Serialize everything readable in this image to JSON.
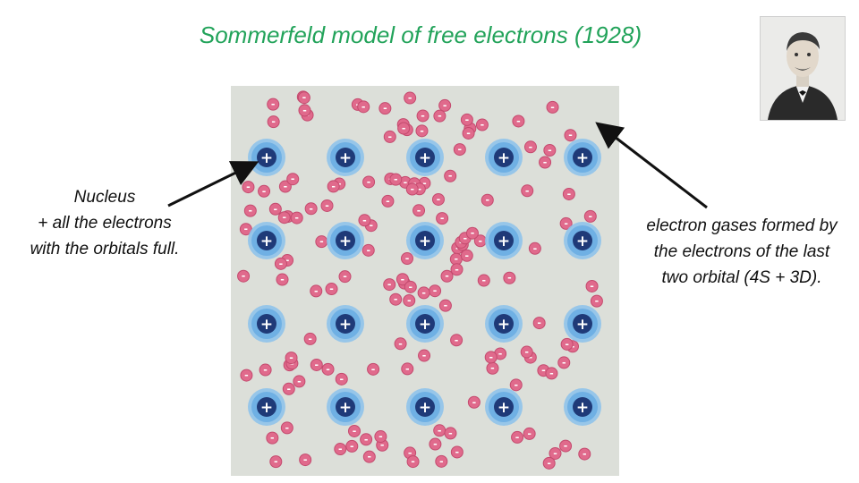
{
  "title": "Sommerfeld model of free electrons (1928)",
  "labels": {
    "left": [
      "Nucleus",
      "+ all the electrons",
      "with the orbitals full."
    ],
    "right": [
      "electron gases formed by",
      "the electrons of the last",
      "two orbital (4S + 3D)."
    ]
  },
  "symbols": {
    "ion": "+",
    "electron": "-"
  },
  "colors": {
    "title": "#22a35a",
    "lattice_bg": "#dcdfd9",
    "ion_halo": "#8fc3ea",
    "ion_core": "#1f3a78",
    "electron_fill": "#e06a8c",
    "electron_edge": "#c44a6e"
  }
}
